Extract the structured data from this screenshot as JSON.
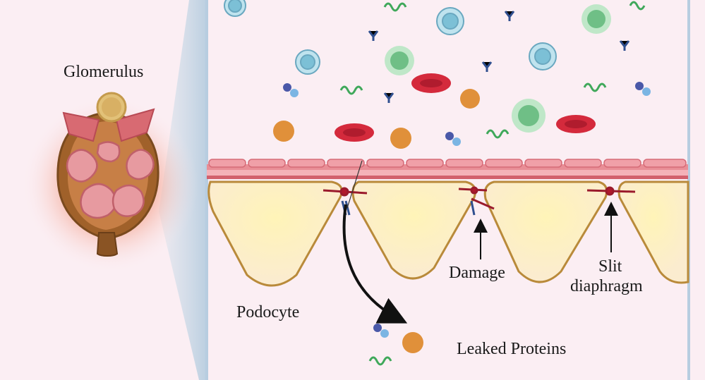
{
  "labels": {
    "glomerulus": "Glomerulus",
    "podocyte": "Podocyte",
    "damage": "Damage",
    "slit_line1": "Slit",
    "slit_line2": "diaphragm",
    "leaked": "Leaked Proteins"
  },
  "colors": {
    "background": "#fbeef3",
    "panel_border": "#b7cde0",
    "podocyte_fill": "#fdf3c8",
    "podocyte_outline": "#b98a3a",
    "endothelium": "#e58c93",
    "red_blood_cell": "#d42a3c",
    "lymphocyte": "#8fd2a3",
    "monocyte": "#a9d8e6",
    "protein_aggregate": "#e0903a",
    "antibody": "#2f4f8f",
    "rna_strand": "#3fa85a"
  },
  "icons": [
    "glomerulus-icon",
    "red-blood-cell-icon",
    "lymphocyte-icon",
    "monocyte-icon",
    "antibody-icon",
    "protein-aggregate-icon",
    "complement-icon",
    "rna-strand-icon",
    "slit-diaphragm-icon",
    "arrow-icon"
  ]
}
